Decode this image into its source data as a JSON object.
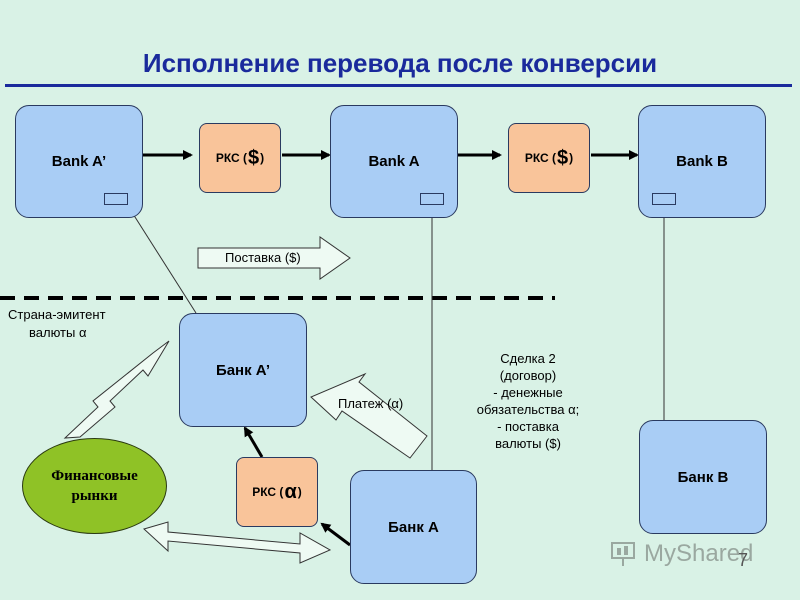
{
  "title": "Исполнение перевода после конверсии",
  "banks": {
    "bank_a_prime_top": "Bank A’",
    "bank_a_top": "Bank A",
    "bank_b_top": "Bank B",
    "bank_a_prime_bottom": "Банк А’",
    "bank_a_bottom": "Банк А",
    "bank_b_bottom": "Банк В"
  },
  "rks": {
    "prefix": "РКС (",
    "suffix": ")",
    "usd_symbol": "$",
    "alpha_symbol": "α"
  },
  "labels": {
    "delivery": "Поставка ($)",
    "payment": "Платеж (α)",
    "issuer_line1": "Страна-эмитент",
    "issuer_line2": "валюты α"
  },
  "financial_markets": {
    "line1": "Финансовые",
    "line2": "рынки"
  },
  "deal": {
    "line1": "Сделка 2",
    "line2": "(договор)",
    "line3": "- денежные",
    "line4": "обязательства α;",
    "line5": "- поставка",
    "line6": "валюты ($)"
  },
  "watermark": "MyShared",
  "page_number": "7",
  "colors": {
    "title": "#1a2a9c",
    "bank_fill": "#a9cdf5",
    "rks_fill": "#f9c49a",
    "market_fill": "#8fc226",
    "background": "#d9f2e6"
  }
}
